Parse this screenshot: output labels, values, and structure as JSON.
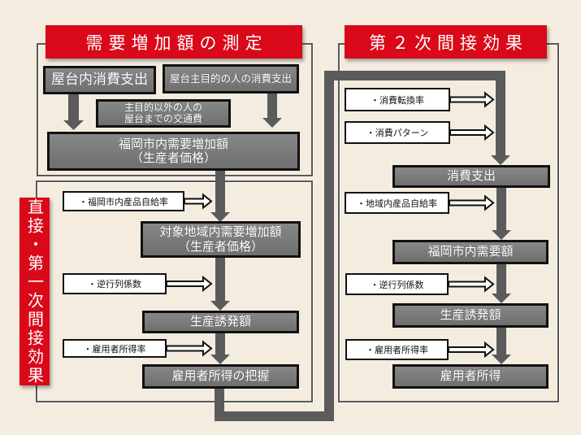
{
  "colors": {
    "background": "#f3ecdf",
    "accent_red": "#d9091a",
    "box_gray": "#7b7b7b",
    "arrow_gray": "#5b5b5b"
  },
  "demand_section": {
    "title": "需要増加額の測定",
    "yatai_consumption": "屋台内消費支出",
    "yatai_main_purpose_consumption": "屋台主目的の人の消費支出",
    "other_purpose_travel": [
      "主目的以外の人の",
      "屋台までの交通費"
    ],
    "fukuoka_demand_increase": [
      "福岡市内需要増加額",
      "（生産者価格）"
    ]
  },
  "direct_section": {
    "label": "直接・第一次間接効果",
    "self_sufficiency_rate": "・福岡市内産品自給率",
    "target_area_demand_increase": [
      "対象地域内需要増加額",
      "（生産者価格）"
    ],
    "inverse_matrix": "・逆行列係数",
    "production_induced": "生産誘発額",
    "employee_income_rate": "・雇用者所得率",
    "employee_income_grasp": "雇用者所得の把握"
  },
  "secondary_section": {
    "title": "第２次間接効果",
    "consumption_conversion_rate": "・消費転換率",
    "consumption_pattern": "・消費パターン",
    "consumption_spending": "消費支出",
    "regional_self_sufficiency_rate": "・地域内産品自給率",
    "fukuoka_demand": "福岡市内需要額",
    "inverse_matrix": "・逆行列係数",
    "production_induced": "生産誘発額",
    "employee_income_rate": "・雇用者所得率",
    "employee_income": "雇用者所得"
  }
}
